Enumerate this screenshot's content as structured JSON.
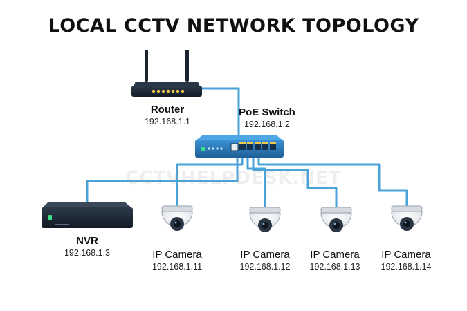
{
  "title": "LOCAL CCTV NETWORK TOPOLOGY",
  "watermark": "CCTVHELPDESK.NET",
  "colors": {
    "cable": "#4aa3d8",
    "device_dark": "#1e2a38",
    "switch_blue": "#2f7fc1",
    "led_yellow": "#f2c94c",
    "led_green": "#3ddc84"
  },
  "devices": {
    "router": {
      "name": "Router",
      "ip": "192.168.1.1",
      "icon": "router-icon"
    },
    "switch": {
      "name": "PoE Switch",
      "ip": "192.168.1.2",
      "icon": "switch-icon"
    },
    "nvr": {
      "name": "NVR",
      "ip": "192.168.1.3",
      "icon": "nvr-icon"
    },
    "cameras": [
      {
        "name": "IP Camera",
        "ip": "192.168.1.11",
        "icon": "dome-camera-icon"
      },
      {
        "name": "IP Camera",
        "ip": "192.168.1.12",
        "icon": "dome-camera-icon"
      },
      {
        "name": "IP Camera",
        "ip": "192.168.1.13",
        "icon": "dome-camera-icon"
      },
      {
        "name": "IP Camera",
        "ip": "192.168.1.14",
        "icon": "dome-camera-icon"
      }
    ]
  }
}
